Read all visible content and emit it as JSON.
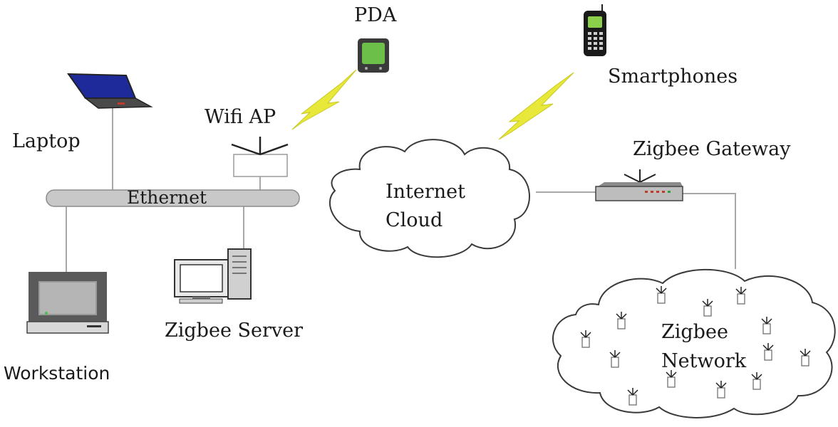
{
  "labels": {
    "pda": "PDA",
    "smartphones": "Smartphones",
    "laptop": "Laptop",
    "wifi_ap": "Wifi AP",
    "ethernet": "Ethernet",
    "internet_cloud_line1": "Internet",
    "internet_cloud_line2": "Cloud",
    "zigbee_gateway": "Zigbee Gateway",
    "zigbee_server": "Zigbee Server",
    "workstation": "Workstation",
    "zigbee_network_line1": "Zigbee",
    "zigbee_network_line2": "Network"
  },
  "icons": {
    "pda": "pda-icon",
    "smartphone": "smartphone-icon",
    "laptop": "laptop-icon",
    "wifi_ap": "wifi-access-point-icon",
    "workstation": "workstation-computer-icon",
    "server": "server-computer-icon",
    "gateway": "zigbee-gateway-icon",
    "sensor_node": "zigbee-sensor-node-icon",
    "wireless_link": "lightning-bolt-icon"
  },
  "colors": {
    "lightning": "#e8e83a",
    "bus": "#c8c8c8",
    "laptop_screen": "#1e2a9a",
    "pda_screen": "#6cc04a",
    "phone_screen": "#8ad04a"
  }
}
